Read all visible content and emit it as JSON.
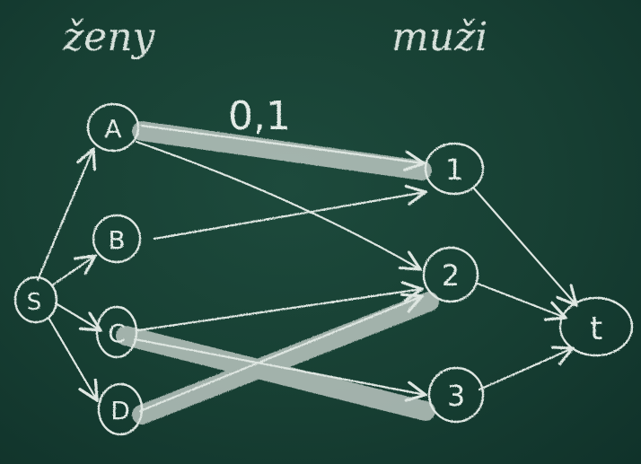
{
  "headings": {
    "left": "ženy",
    "right": "muži"
  },
  "flow_label": "0,1",
  "nodes": {
    "s": "S",
    "a": "A",
    "b": "B",
    "c": "C",
    "d": "D",
    "m1": "1",
    "m2": "2",
    "m3": "3",
    "t": "t"
  },
  "colors": {
    "board": "#173f33",
    "chalk": "#dfe7e2",
    "highlight": "#c9d2cd"
  }
}
